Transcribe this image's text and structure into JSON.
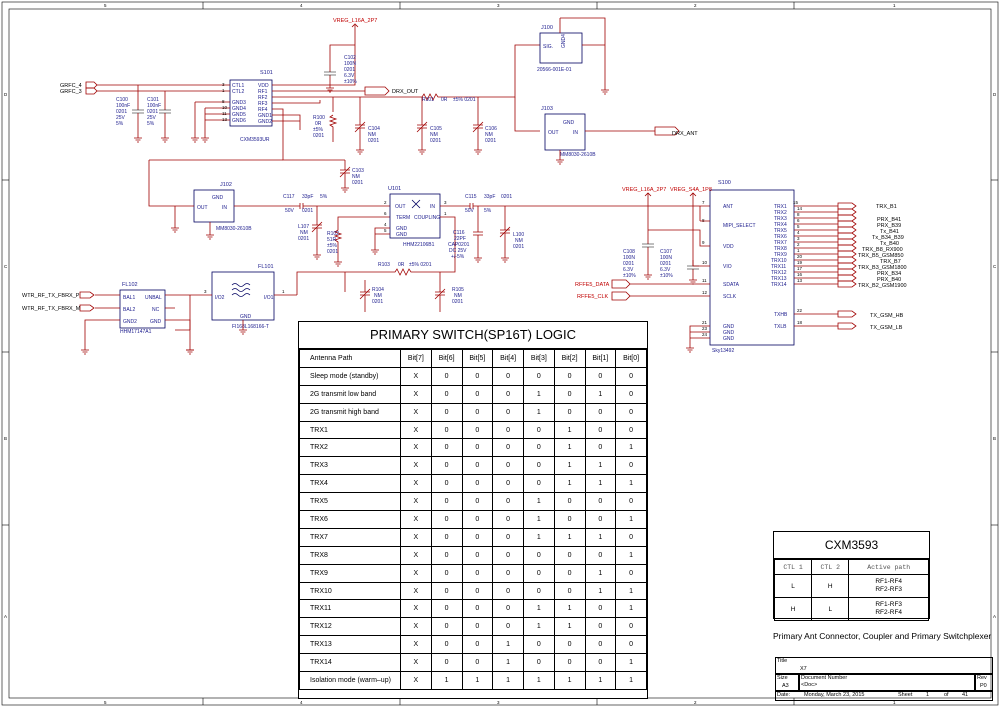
{
  "nets": {
    "vreg_l16a": "VREG_L16A_2P7",
    "vreg_s4a": "VREG_S4A_1P8",
    "grfc4": "GRFC_4",
    "grfc3": "GRFC_3",
    "drx_out": "DRX_OUT",
    "drx_ant": "DRX_ANT",
    "wtr_p": "WTR_RF_TX_FBRX_P",
    "wtr_m": "WTR_RF_TX_FBRX_M",
    "rffe_data": "RFFE5_DATA",
    "rffe_clk": "RFFE5_CLK",
    "trx_b1": "TRX_B1",
    "prx_b41": "PRX_B41",
    "prx_b39": "PRX_B39",
    "tx_b41": "Tx_B41",
    "tx_b34_b39": "Tx_B34_B39",
    "tx_b40": "Tx_B40",
    "trx_b8_rx900": "TRX_B8_RX900",
    "trx_b5_gsm850": "TRX_B5_GSM850",
    "trx_b7": "TRX_B7",
    "trx_b3_gsm1800": "TRX_B3_GSM1800",
    "prx_b34": "PRX_B34",
    "prx_b40": "PRX_B40",
    "trx_b2_gsm1900": "TRX_B2_GSM1900",
    "tx_gsm_hb": "TX_GSM_HB",
    "tx_gsm_lb": "TX_GSM_LB"
  },
  "components": {
    "s101": {
      "ref": "S101",
      "part": "CXM3593UR",
      "pins_left": [
        "CTL1",
        "CTL2",
        "GND3",
        "GND4",
        "GND5",
        "GND6"
      ],
      "pins_right": [
        "VDD",
        "RF1",
        "RF2",
        "RF3",
        "RF4",
        "GND1",
        "GND2"
      ]
    },
    "c100": [
      "C100",
      "100nF",
      "0201",
      "25V",
      "5%"
    ],
    "c101": [
      "C101",
      "100nF",
      "0201",
      "25V",
      "5%"
    ],
    "c102": [
      "C102",
      "100N",
      "0201",
      "6.3V",
      "±10%"
    ],
    "r100": [
      "R100",
      "0R",
      "±5%",
      "0201"
    ],
    "c104": [
      "C104",
      "NM",
      "0201"
    ],
    "c105": [
      "C105",
      "NM",
      "0201"
    ],
    "c106": [
      "C106",
      "NM",
      "0201"
    ],
    "c103": [
      "C103",
      "NM",
      "0201"
    ],
    "r101": [
      "R101",
      "0R",
      "±5% 0201"
    ],
    "j100": {
      "ref": "J100",
      "part": "20566-001E-01",
      "sig": "SIG.",
      "gnd": "GND4"
    },
    "j103": {
      "ref": "J103",
      "part": "MM8030-2610B",
      "out": "OUT",
      "in": "IN",
      "gnd": "GND"
    },
    "j102": {
      "ref": "J102",
      "part": "MM8030-2610B",
      "out": "OUT",
      "in": "IN",
      "gnd": "GND"
    },
    "c117": [
      "C117",
      "33pF",
      "5%",
      "50V",
      "0201"
    ],
    "l107": [
      "L107",
      "NM",
      "0201"
    ],
    "r102": [
      "R102",
      "51R",
      "±5%",
      "0201"
    ],
    "u101": {
      "ref": "U101",
      "part": "HHM22106B1",
      "pins": [
        "OUT",
        "IN",
        "TERM",
        "COUPLING",
        "GND",
        "GND"
      ]
    },
    "c115": [
      "C115",
      "33pF",
      "0201",
      "50V",
      "5%"
    ],
    "c116": [
      "C116",
      "22PF",
      "CAP0201",
      "DC 25V",
      "+/-5%"
    ],
    "l100": [
      "L100",
      "NM",
      "0201"
    ],
    "r103": [
      "R103",
      "0R",
      "±5% 0201"
    ],
    "r104": [
      "R104",
      "NM",
      "0201"
    ],
    "r105": [
      "R105",
      "NM",
      "0201"
    ],
    "fl101": {
      "ref": "FL101",
      "part": "FI168L168166-T",
      "io1": "I/O1",
      "io2": "I/O2",
      "gnd": "GND"
    },
    "fl102": {
      "ref": "FL102",
      "part": "HHM17147A1",
      "pins": [
        "BAL1",
        "BAL2",
        "GND2",
        "UNBAL",
        "NC",
        "GND"
      ]
    },
    "c108": [
      "C108",
      "100N",
      "0201",
      "6.3V",
      "±10%"
    ],
    "c107": [
      "C107",
      "100N",
      "0201",
      "6.3V",
      "±10%"
    ],
    "s100": {
      "ref": "S100",
      "part": "Sky13492",
      "left": [
        "ANT",
        "MIPI_SELECT",
        "VDD",
        "VIO",
        "SDATA",
        "SCLK",
        "GND",
        "GND",
        "GND"
      ],
      "right": [
        "TRX1",
        "TRX2",
        "TRX3",
        "TRX4",
        "TRX5",
        "TRX6",
        "TRX7",
        "TRX8",
        "TRX9",
        "TRX10",
        "TRX11",
        "TRX12",
        "TRX13",
        "TRX14",
        "TXHB",
        "TXLB"
      ]
    }
  },
  "logic_table": {
    "title": "PRIMARY SWITCH(SP16T) LOGIC",
    "headers": [
      "Antenna Path",
      "Bit[7]",
      "Bit[6]",
      "Bit[5]",
      "Bit[4]",
      "Bit[3]",
      "Bit[2]",
      "Bit[1]",
      "Bit[0]"
    ],
    "rows": [
      [
        "Sleep mode (standby)",
        "X",
        "0",
        "0",
        "0",
        "0",
        "0",
        "0",
        "0"
      ],
      [
        "2G transmit low band",
        "X",
        "0",
        "0",
        "0",
        "1",
        "0",
        "1",
        "0"
      ],
      [
        "2G transmit high band",
        "X",
        "0",
        "0",
        "0",
        "1",
        "0",
        "0",
        "0"
      ],
      [
        "TRX1",
        "X",
        "0",
        "0",
        "0",
        "0",
        "1",
        "0",
        "0"
      ],
      [
        "TRX2",
        "X",
        "0",
        "0",
        "0",
        "0",
        "1",
        "0",
        "1"
      ],
      [
        "TRX3",
        "X",
        "0",
        "0",
        "0",
        "0",
        "1",
        "1",
        "0"
      ],
      [
        "TRX4",
        "X",
        "0",
        "0",
        "0",
        "0",
        "1",
        "1",
        "1"
      ],
      [
        "TRX5",
        "X",
        "0",
        "0",
        "0",
        "1",
        "0",
        "0",
        "0"
      ],
      [
        "TRX6",
        "X",
        "0",
        "0",
        "0",
        "1",
        "0",
        "0",
        "1"
      ],
      [
        "TRX7",
        "X",
        "0",
        "0",
        "0",
        "1",
        "1",
        "1",
        "0"
      ],
      [
        "TRX8",
        "X",
        "0",
        "0",
        "0",
        "0",
        "0",
        "0",
        "1"
      ],
      [
        "TRX9",
        "X",
        "0",
        "0",
        "0",
        "0",
        "0",
        "1",
        "0"
      ],
      [
        "TRX10",
        "X",
        "0",
        "0",
        "0",
        "0",
        "0",
        "1",
        "1"
      ],
      [
        "TRX11",
        "X",
        "0",
        "0",
        "0",
        "1",
        "1",
        "0",
        "1"
      ],
      [
        "TRX12",
        "X",
        "0",
        "0",
        "0",
        "1",
        "1",
        "0",
        "0"
      ],
      [
        "TRX13",
        "X",
        "0",
        "0",
        "1",
        "0",
        "0",
        "0",
        "0"
      ],
      [
        "TRX14",
        "X",
        "0",
        "0",
        "1",
        "0",
        "0",
        "0",
        "1"
      ],
      [
        "Isolation mode (warm–up)",
        "X",
        "1",
        "1",
        "1",
        "1",
        "1",
        "1",
        "1"
      ]
    ]
  },
  "ctl_table": {
    "title": "CXM3593",
    "headers": [
      "CTL 1",
      "CTL 2",
      "Active path"
    ],
    "rows": [
      {
        "c1": "L",
        "c2": "H",
        "p1": "RF1-RF4",
        "p2": "RF2-RF3"
      },
      {
        "c1": "H",
        "c2": "L",
        "p1": "RF1-RF3",
        "p2": "RF2-RF4"
      }
    ]
  },
  "caption": "Primary Ant Connector, Coupler and Primary Switchplexer",
  "title_block": {
    "title_label": "Title",
    "title_value": "X7",
    "size_label": "Size",
    "size_value": "A3",
    "docnum_label": "Document Number",
    "docnum_value": "<Doc>",
    "rev_label": "Rev",
    "rev_value": "P0",
    "date_label": "Date:",
    "date_value": "Monday, March 23, 2015",
    "sheet_label": "Sheet",
    "sheet_value": "1",
    "of_label": "of",
    "of_value": "41"
  },
  "border": {
    "cols": [
      "5",
      "4",
      "3",
      "2",
      "1"
    ],
    "rows": [
      "D",
      "C",
      "B",
      "A"
    ]
  },
  "colors": {
    "wire": "#a00000",
    "symbol": "#000060",
    "label": "#1a1a8c",
    "power": "#c00000"
  }
}
